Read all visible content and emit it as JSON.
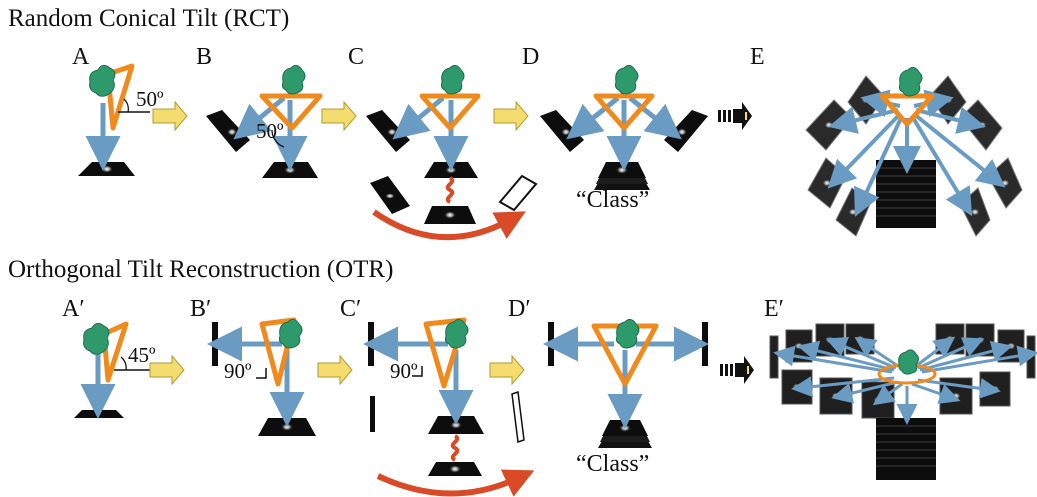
{
  "rct": {
    "title": "Random Conical Tilt (RCT)",
    "panels": [
      "A",
      "B",
      "C",
      "D",
      "E"
    ],
    "tilt_a": "50º",
    "tilt_b": "50º",
    "class_label": "“Class”"
  },
  "otr": {
    "title": "Orthogonal Tilt Reconstruction (OTR)",
    "panels": [
      "A′",
      "B′",
      "C′",
      "D′",
      "E′"
    ],
    "tilt_a": "45º",
    "tilt_b": "90º",
    "tilt_c": "90º",
    "class_label": "“Class”"
  },
  "colors": {
    "molecule": "#2e9a6c",
    "tilt_frame": "#f08a1c",
    "projection_arrow": "#6a9bc3",
    "step_arrow": "#f4dc6e",
    "rotation_arrow": "#d94a26",
    "micrograph": "#0d0d0d"
  }
}
